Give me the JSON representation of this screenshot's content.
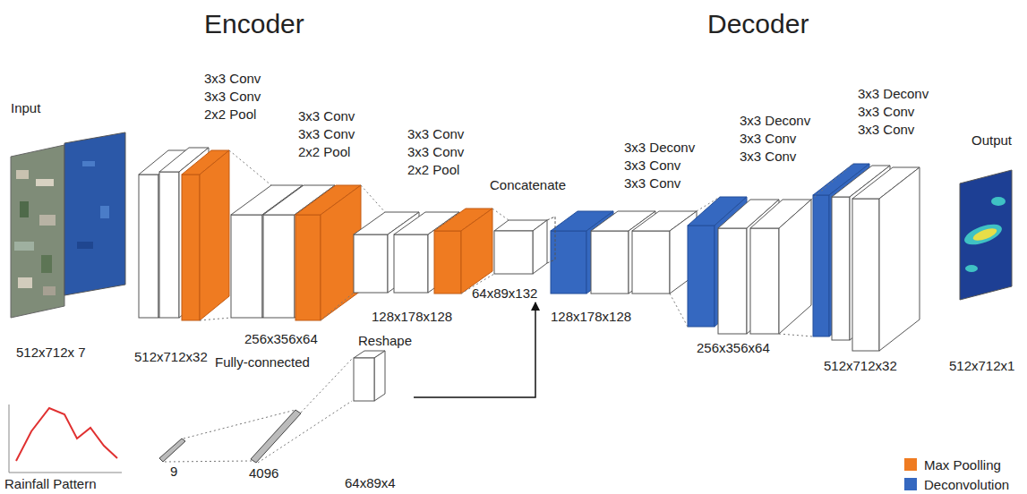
{
  "diagram": {
    "nodes": [
      {
        "text": [
          "Concatenate",
          "64x89x132"
        ]
      },
      {
        "text": [
          "Reshape",
          "64x89x4"
        ]
      }
    ],
    "edges": [
      {
        "from": 1,
        "to": 0,
        "arrow": "to"
      }
    ],
    "labels": [
      "Encoder",
      "Decoder",
      "Input",
      "3x3 Conv 3x3 Conv 2x2 Pool",
      "3x3 Conv 3x3 Conv 2x2 Pool",
      "3x3 Conv 3x3 Conv 2x2 Pool",
      "3x3 Deconv 3x3 Conv 3x3 Conv",
      "3x3 Deconv 3x3 Conv 3x3 Conv",
      "3x3 Deconv 3x3 Conv 3x3 Conv",
      "Output",
      "512x712x 7",
      "512x712x32",
      "256x356x64",
      "128x178x128",
      "128x178x128",
      "256x356x64",
      "512x712x32",
      "512x712x1",
      "Fully-connected",
      "Rainfall Pattern",
      "9",
      "4096"
    ],
    "legend": [
      {
        "text": "Max Poolling",
        "color": "#ef7b21"
      },
      {
        "text": "Deconvolution",
        "color": "#3568c0"
      }
    ]
  }
}
